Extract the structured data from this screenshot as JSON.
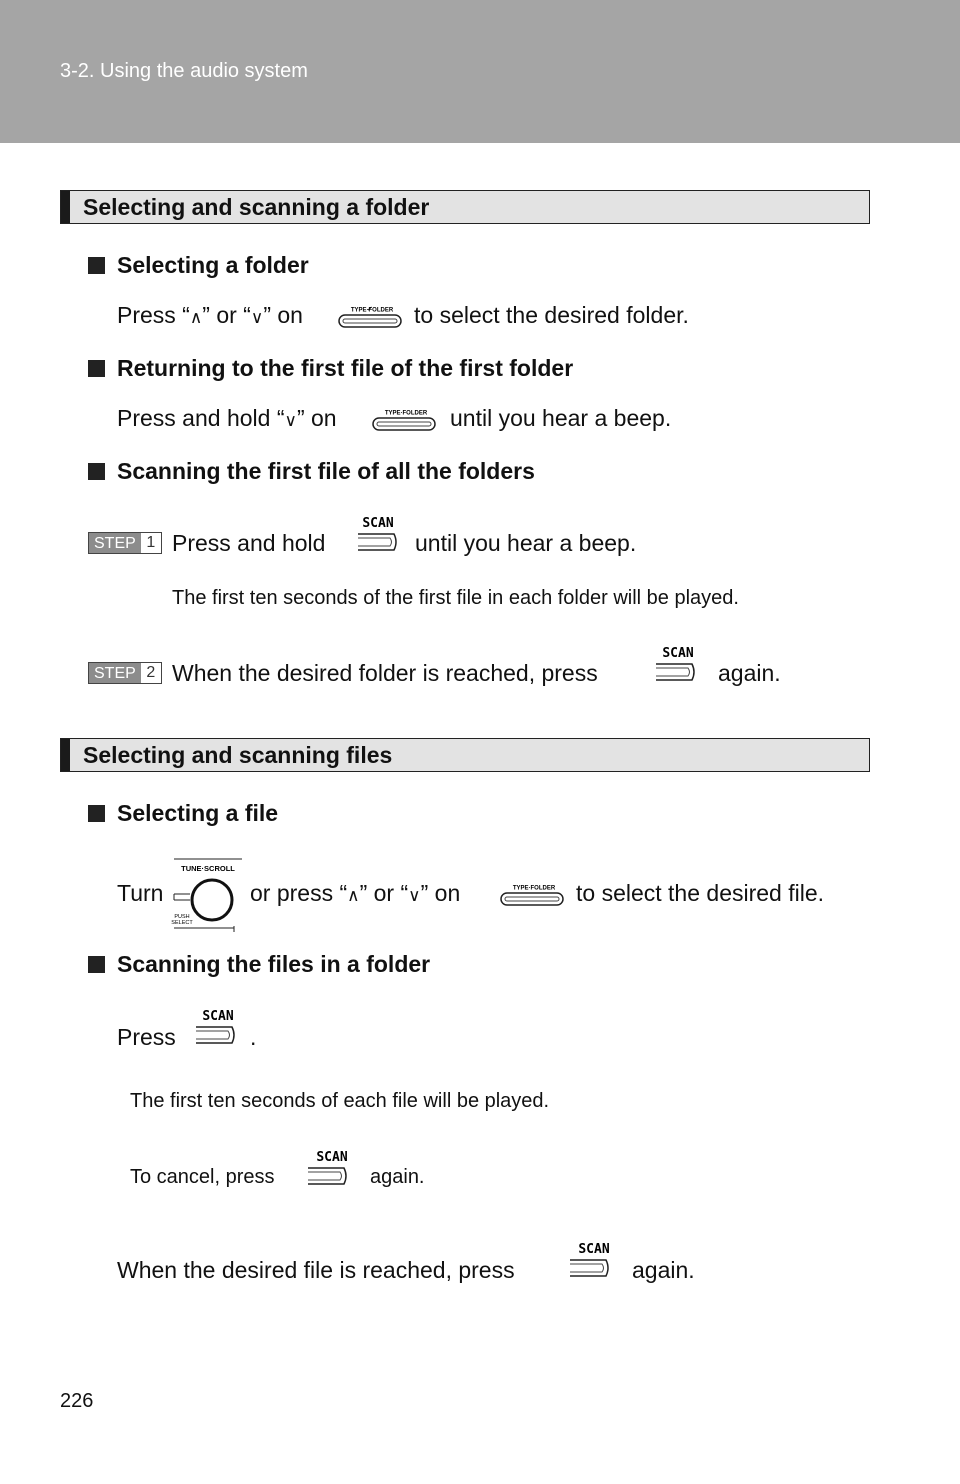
{
  "header": {
    "breadcrumb": "3-2. Using the audio system"
  },
  "section1": {
    "title": "Selecting and scanning a folder",
    "sub1": {
      "title": "Selecting a folder",
      "pre": "Press “",
      "up": "∧",
      "mid": "” or “",
      "down": "∨",
      "post": "” on",
      "after": "to select the desired folder."
    },
    "sub2": {
      "title": "Returning to the first file of the first folder",
      "pre": "Press and hold “",
      "down": "∨",
      "post": "” on",
      "after": "until you hear a beep."
    },
    "sub3": {
      "title": "Scanning the first file of all the folders",
      "step1": {
        "label": "STEP",
        "num": "1",
        "pre": "Press and hold",
        "after": "until you hear a beep."
      },
      "note": "The first ten seconds of the first file in each folder will be played.",
      "step2": {
        "label": "STEP",
        "num": "2",
        "pre": "When the desired folder is reached, press",
        "after": "again."
      }
    }
  },
  "section2": {
    "title": "Selecting and scanning files",
    "sub1": {
      "title": "Selecting a file",
      "pre": "Turn",
      "mid1": "or press “",
      "up": "∧",
      "mid2": "” or “",
      "down": "∨",
      "mid3": "” on",
      "after": "to select the desired file."
    },
    "sub2": {
      "title": "Scanning the files in a folder",
      "pre": "Press",
      "after": ".",
      "note1": "The first ten seconds of each file will be played.",
      "note2_pre": "To cancel, press",
      "note2_after": "again.",
      "final_pre": "When the desired file is reached, press",
      "final_after": "again."
    }
  },
  "buttons": {
    "type_folder": "TYPE·FOLDER",
    "scan": "SCAN",
    "tune_scroll": "TUNE·SCROLL",
    "push_select_1": "PUSH",
    "push_select_2": "SELECT"
  },
  "footer": {
    "page_number": "226"
  }
}
